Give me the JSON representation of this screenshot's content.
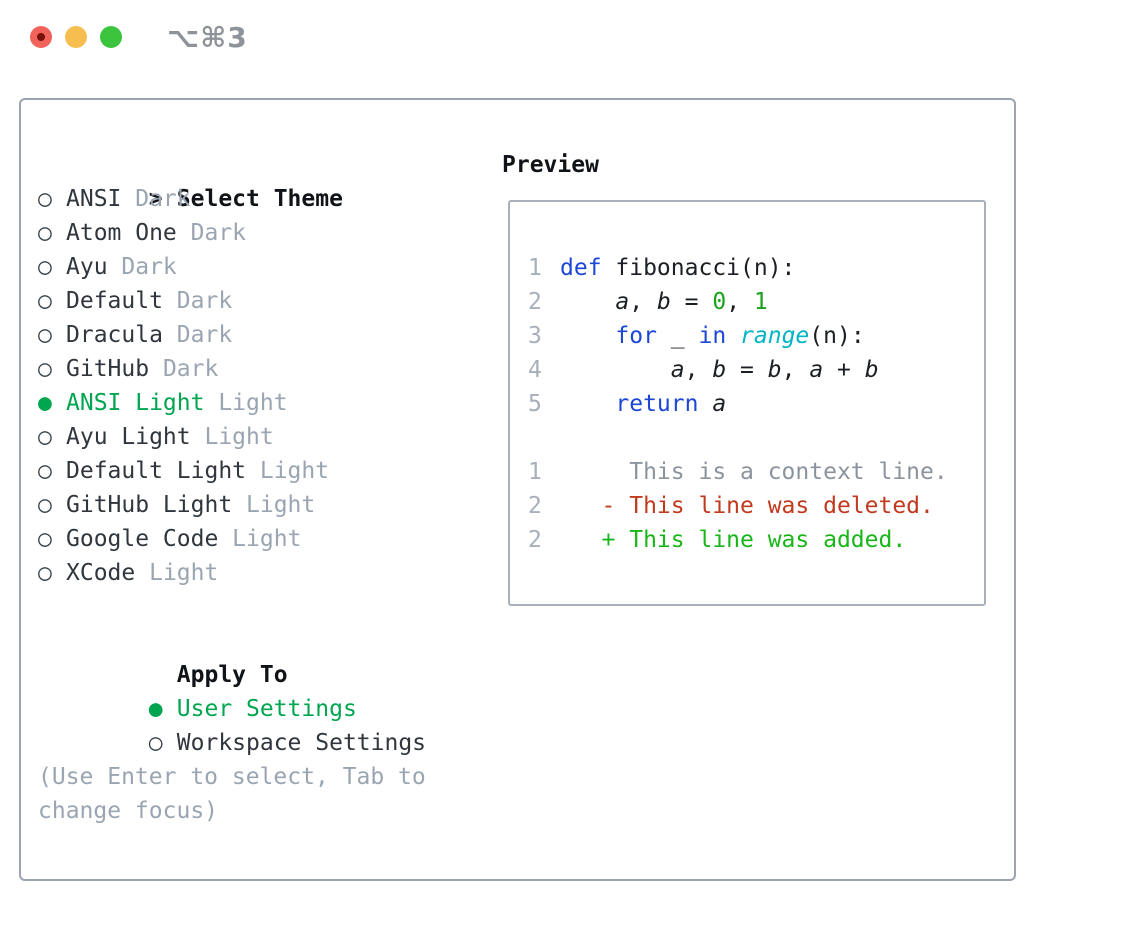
{
  "window": {
    "shortcut_label": "⌥⌘3"
  },
  "icons": {
    "selector_prefix": ">",
    "radio_selected": "●",
    "radio_unselected": "○"
  },
  "theme_list": {
    "header": "Select Theme",
    "items": [
      {
        "name": "ANSI",
        "variant": "Dark",
        "selected": false
      },
      {
        "name": "Atom One",
        "variant": "Dark",
        "selected": false
      },
      {
        "name": "Ayu",
        "variant": "Dark",
        "selected": false
      },
      {
        "name": "Default",
        "variant": "Dark",
        "selected": false
      },
      {
        "name": "Dracula",
        "variant": "Dark",
        "selected": false
      },
      {
        "name": "GitHub",
        "variant": "Dark",
        "selected": false
      },
      {
        "name": "ANSI Light",
        "variant": "Light",
        "selected": true
      },
      {
        "name": "Ayu Light",
        "variant": "Light",
        "selected": false
      },
      {
        "name": "Default Light",
        "variant": "Light",
        "selected": false
      },
      {
        "name": "GitHub Light",
        "variant": "Light",
        "selected": false
      },
      {
        "name": "Google Code",
        "variant": "Light",
        "selected": false
      },
      {
        "name": "XCode",
        "variant": "Light",
        "selected": false
      }
    ]
  },
  "apply_to": {
    "header": "Apply To",
    "items": [
      {
        "label": "User Settings",
        "selected": true
      },
      {
        "label": "Workspace Settings",
        "selected": false
      }
    ]
  },
  "footer_hint": {
    "line1": "(Use Enter to select, Tab to",
    "line2": "change focus)"
  },
  "preview": {
    "title": "Preview",
    "code_lines": [
      {
        "num": "1",
        "segments": [
          {
            "t": "def",
            "c": "kw"
          },
          {
            "t": " fibonacci(n):",
            "c": "plain"
          }
        ]
      },
      {
        "num": "2",
        "segments": [
          {
            "t": "    ",
            "c": "plain"
          },
          {
            "t": "a",
            "c": "var"
          },
          {
            "t": ", ",
            "c": "plain"
          },
          {
            "t": "b",
            "c": "var"
          },
          {
            "t": " = ",
            "c": "plain"
          },
          {
            "t": "0",
            "c": "num"
          },
          {
            "t": ", ",
            "c": "plain"
          },
          {
            "t": "1",
            "c": "num"
          }
        ]
      },
      {
        "num": "3",
        "segments": [
          {
            "t": "    ",
            "c": "plain"
          },
          {
            "t": "for",
            "c": "kw"
          },
          {
            "t": " _ ",
            "c": "plain"
          },
          {
            "t": "in",
            "c": "kw"
          },
          {
            "t": " ",
            "c": "plain"
          },
          {
            "t": "range",
            "c": "builtin"
          },
          {
            "t": "(n):",
            "c": "plain"
          }
        ]
      },
      {
        "num": "4",
        "segments": [
          {
            "t": "        ",
            "c": "plain"
          },
          {
            "t": "a",
            "c": "var"
          },
          {
            "t": ", ",
            "c": "plain"
          },
          {
            "t": "b",
            "c": "var"
          },
          {
            "t": " = ",
            "c": "plain"
          },
          {
            "t": "b",
            "c": "var"
          },
          {
            "t": ", ",
            "c": "plain"
          },
          {
            "t": "a",
            "c": "var"
          },
          {
            "t": " + ",
            "c": "plain"
          },
          {
            "t": "b",
            "c": "var"
          }
        ]
      },
      {
        "num": "5",
        "segments": [
          {
            "t": "    ",
            "c": "plain"
          },
          {
            "t": "return",
            "c": "kw"
          },
          {
            "t": " ",
            "c": "plain"
          },
          {
            "t": "a",
            "c": "var"
          }
        ]
      },
      {
        "num": "",
        "segments": []
      },
      {
        "num": "1",
        "segments": [
          {
            "t": "     This is a context line.",
            "c": "ctx"
          }
        ]
      },
      {
        "num": "2",
        "segments": [
          {
            "t": "   - This line was deleted.",
            "c": "del"
          }
        ]
      },
      {
        "num": "2",
        "segments": [
          {
            "t": "   + This line was added.",
            "c": "add"
          }
        ]
      }
    ]
  },
  "colors": {
    "selection_green": "#00A550",
    "keyword_blue": "#1C46D6",
    "builtin_cyan": "#00B4C6",
    "number_green": "#1AA21A",
    "diff_added_green": "#19B619",
    "diff_deleted_red": "#C23A1E",
    "muted_gray": "#9AA5B1",
    "panel_border": "#9BA4AF",
    "traffic_red": "#F1625A",
    "traffic_yellow": "#F6BE4E",
    "traffic_green": "#3DC43E"
  }
}
